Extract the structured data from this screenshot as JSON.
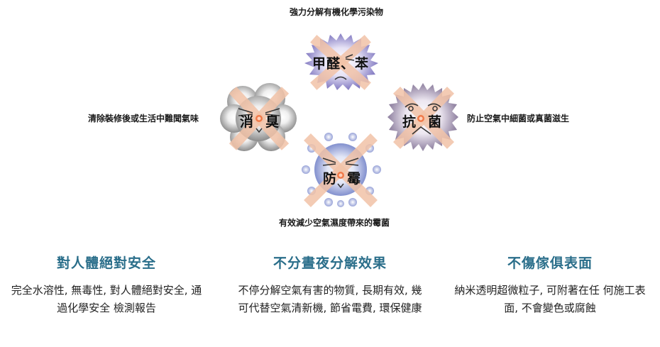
{
  "diagram": {
    "top": {
      "caption": "強力分解有機化學污染物",
      "badge_label": "甲醛、苯",
      "badge_shape": "spiky-star",
      "color": "#8a84c8"
    },
    "left": {
      "caption": "清除裝修後或生活中難聞氣味",
      "badge_label_1": "消",
      "badge_label_2": "臭",
      "badge_shape": "cloud",
      "color": "#9a9a9a"
    },
    "right": {
      "caption": "防止空氣中細菌或真菌滋生",
      "badge_label_1": "抗",
      "badge_label_2": "菌",
      "badge_shape": "spiky-star",
      "color": "#8a7aa0"
    },
    "bottom": {
      "caption": "有效減少空氣濕度帶來的霉菌",
      "badge_label_1": "防",
      "badge_label_2": "霉",
      "badge_shape": "spore-ball",
      "color": "#7f8fcf"
    },
    "x_mark_color": "#f0c2a8",
    "nose_color": "#f07a4a"
  },
  "features": [
    {
      "title": "對人體絕對安全",
      "text": "完全水溶性, 無毒性, 對人體絕對安全, 通過化學安全 檢測報告"
    },
    {
      "title": "不分晝夜分解效果",
      "text": "不停分解空氣有害的物質, 長期有效, 幾可代替空氣清新機, 節省電費, 環保健康"
    },
    {
      "title": "不傷傢俱表面",
      "text": "納米透明超微粒子, 可附著在任 何施工表面, 不會變色或腐蝕"
    }
  ],
  "accent_color": "#2a6e8a"
}
